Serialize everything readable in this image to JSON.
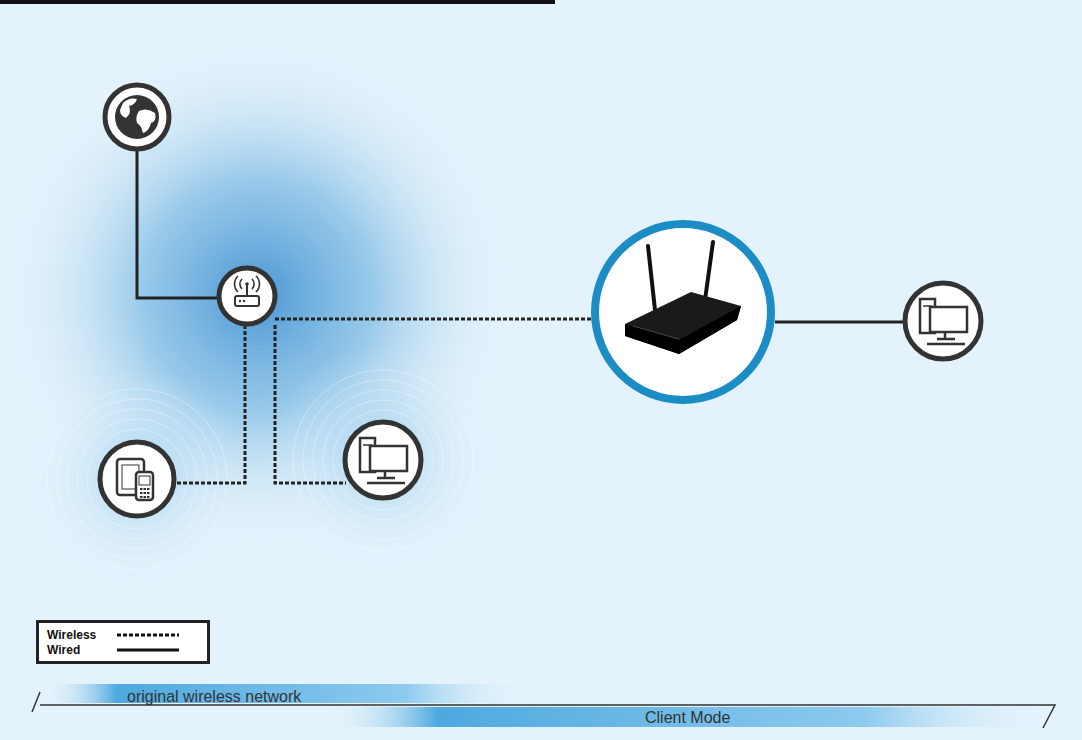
{
  "diagram": {
    "labels": [
      "original wireless network",
      "Client Mode"
    ],
    "legend": [
      {
        "text": "Wireless"
      },
      {
        "text": "Wired"
      }
    ]
  }
}
